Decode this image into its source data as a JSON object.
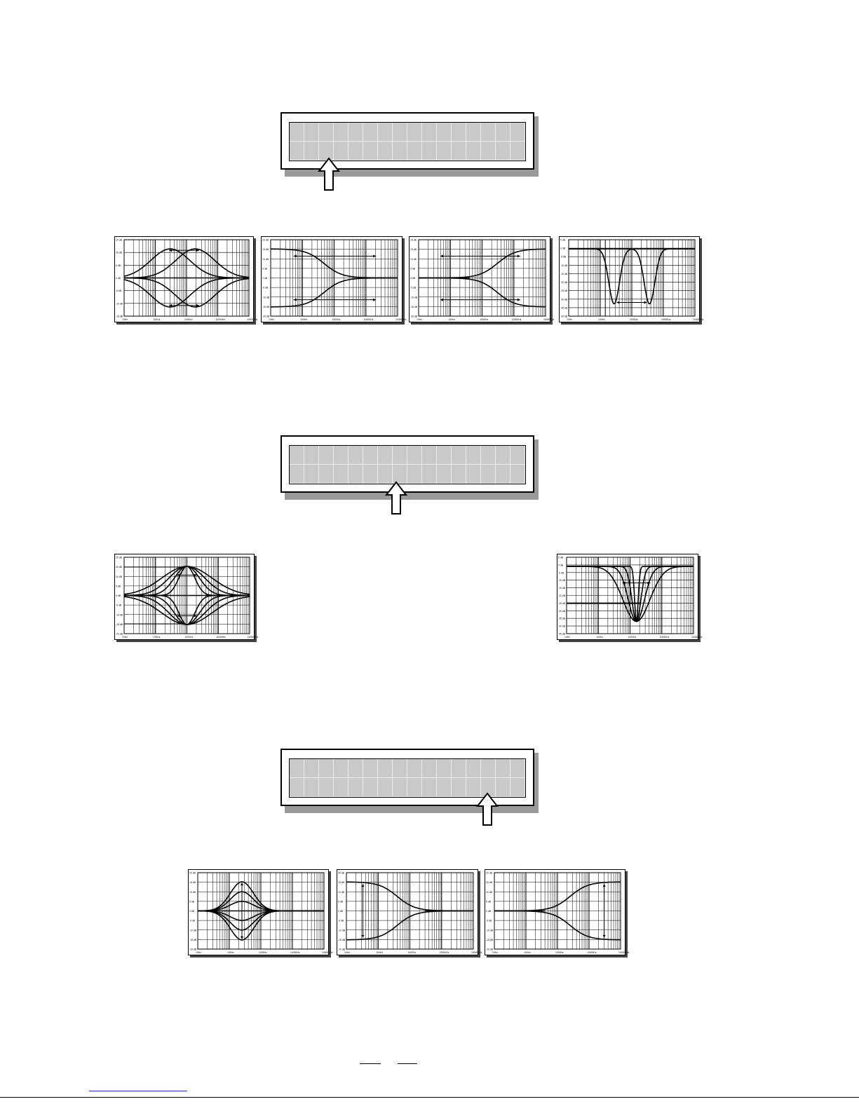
{
  "lcd_displays": [
    {
      "id": "display-1",
      "columns": 16,
      "rows": 2,
      "pointer_column": 3
    },
    {
      "id": "display-2",
      "columns": 16,
      "rows": 2,
      "pointer_column": 8
    },
    {
      "id": "display-3",
      "columns": 16,
      "rows": 2,
      "pointer_column": 14
    }
  ],
  "colors": {
    "lcd_glass": "#c9c9c9",
    "shadow": "#9a9a9a",
    "ink": "#000000",
    "link": "#1e2bd6"
  },
  "graphs": {
    "row1": [
      {
        "id": "peaking-bell",
        "ticks_y": [
          "10 dB",
          "15 dB",
          "5 dB",
          "0 dB",
          "-5 dB",
          "-10 dB",
          "-15 dB"
        ],
        "ticks_x": [
          "10Hz",
          "100Hz",
          "1000Hz",
          "10000Hz",
          "100000Hz"
        ]
      },
      {
        "id": "low-shelf",
        "ticks_y": [
          "20 dB",
          "15 dB",
          "10 dB",
          "5 dB",
          "0 dB",
          "-5 dB",
          "-10 dB",
          "-15 dB",
          "-20 dB"
        ],
        "ticks_x": [
          "10Hz",
          "100Hz",
          "1000Hz",
          "10000Hz",
          "100000Hz"
        ]
      },
      {
        "id": "high-shelf",
        "ticks_y": [
          "20 dB",
          "15 dB",
          "10 dB",
          "5 dB",
          "0 dB",
          "-5 dB",
          "-10 dB",
          "-15 dB",
          "-20 dB"
        ],
        "ticks_x": [
          "10Hz",
          "100Hz",
          "1000Hz",
          "10000Hz",
          "100000Hz"
        ]
      },
      {
        "id": "notch",
        "ticks_y": [
          "5 dB",
          "0 dB",
          "-5 dB",
          "-10 dB",
          "-15 dB",
          "-20 dB",
          "-25 dB",
          "-30 dB",
          "-35 dB",
          "-40 dB"
        ],
        "ticks_x": [
          "10Hz",
          "100Hz",
          "1000Hz",
          "10000Hz",
          "100000Hz"
        ]
      }
    ],
    "row2": [
      {
        "id": "bandwidth-bell",
        "ticks_y": [
          "20 dB",
          "15 dB",
          "10 dB",
          "5 dB",
          "0 dB",
          "-5 dB",
          "-10 dB",
          "-15 dB",
          "-20 dB"
        ],
        "ticks_x": [
          "10Hz",
          "100Hz",
          "1000Hz",
          "10000Hz",
          "100000Hz"
        ]
      },
      {
        "id": "bandwidth-notch",
        "ticks_y": [
          "5 dB",
          "0 dB",
          "-5 dB",
          "-10 dB",
          "-15 dB",
          "-20 dB",
          "-25 dB",
          "-30 dB",
          "-35 dB",
          "-40 dB",
          "-45 dB"
        ],
        "ticks_x": [
          "10Hz",
          "100Hz",
          "1000Hz",
          "10000Hz",
          "100000Hz"
        ]
      }
    ],
    "row3": [
      {
        "id": "gain-bell",
        "ticks_y": [
          "20 dB",
          "15 dB",
          "10 dB",
          "5 dB",
          "0 dB",
          "-5 dB",
          "-10 dB",
          "-15 dB",
          "-20 dB"
        ],
        "ticks_x": [
          "10Hz",
          "100Hz",
          "1000Hz",
          "10000Hz",
          "100000Hz"
        ]
      },
      {
        "id": "gain-low-shelf",
        "ticks_y": [
          "20 dB",
          "15 dB",
          "10 dB",
          "5 dB",
          "0 dB",
          "-5 dB",
          "-10 dB",
          "-15 dB",
          "-20 dB"
        ],
        "ticks_x": [
          "10Hz",
          "100Hz",
          "1000Hz",
          "10000Hz",
          "100000Hz"
        ]
      },
      {
        "id": "gain-high-shelf",
        "ticks_y": [
          "20 dB",
          "15 dB",
          "10 dB",
          "5 dB",
          "0 dB",
          "-5 dB",
          "-10 dB",
          "-15 dB",
          "-20 dB"
        ],
        "ticks_x": [
          "10Hz",
          "100Hz",
          "1000Hz",
          "10000Hz",
          "100000Hz"
        ]
      }
    ]
  }
}
